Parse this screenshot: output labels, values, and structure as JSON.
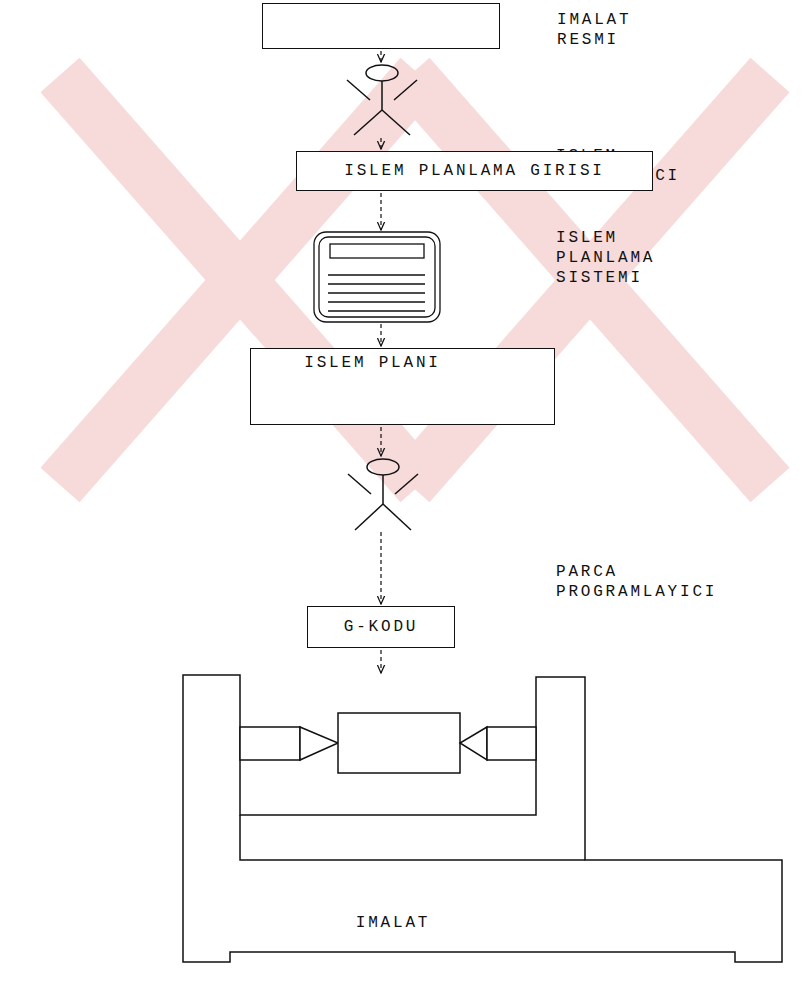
{
  "diagram": {
    "nodes": [
      {
        "text": [
          "IMALAT RESMI"
        ]
      },
      {
        "text": [
          "ISLEM PLANLAYICI"
        ]
      },
      {
        "text": [
          "ISLEM PLANLAMA GIRISI"
        ]
      },
      {
        "text": [
          "ISLEM PLANLAMA SISTEMI"
        ]
      },
      {
        "text": [
          "ISLEM PLANI"
        ]
      },
      {
        "text": [
          "PARCA PROGRAMLAYICI"
        ]
      },
      {
        "text": [
          "G-KODU"
        ]
      },
      {
        "text": [
          "IMALAT"
        ]
      }
    ],
    "edges": [
      {
        "from": 0,
        "to": 1,
        "arrow": "to"
      },
      {
        "from": 1,
        "to": 2,
        "arrow": "to"
      },
      {
        "from": 2,
        "to": 3,
        "arrow": "to"
      },
      {
        "from": 3,
        "to": 4,
        "arrow": "to"
      },
      {
        "from": 4,
        "to": 5,
        "arrow": "to"
      },
      {
        "from": 5,
        "to": 6,
        "arrow": "to"
      },
      {
        "from": 6,
        "to": 7,
        "arrow": "to"
      }
    ]
  }
}
